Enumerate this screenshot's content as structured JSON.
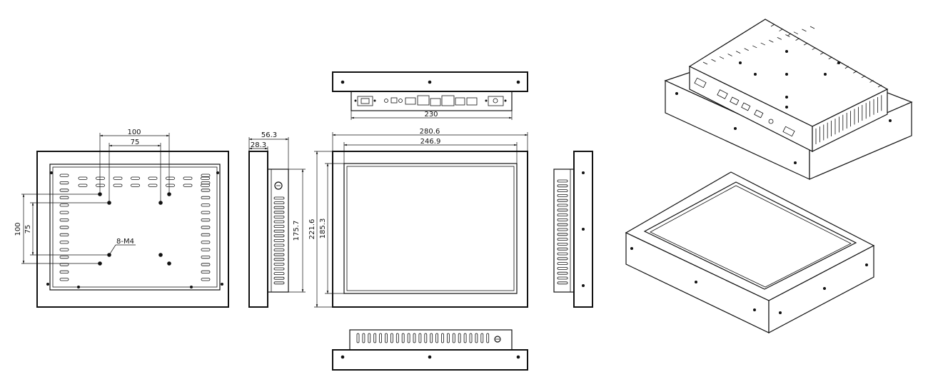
{
  "dimensions": {
    "rear_hole_h_outer": "100",
    "rear_hole_h_inner": "75",
    "rear_hole_v_outer": "100",
    "rear_hole_v_inner": "75",
    "mount_screw": "8-M4",
    "depth_total": "56.3",
    "depth_bezel": "28.3",
    "side_height": "175.7",
    "io_width": "230",
    "front_width": "280.6",
    "front_inner_width": "246.9",
    "front_height": "221.6",
    "front_inner_height": "185.3"
  },
  "colors": {
    "line": "#111111",
    "background": "#ffffff"
  }
}
